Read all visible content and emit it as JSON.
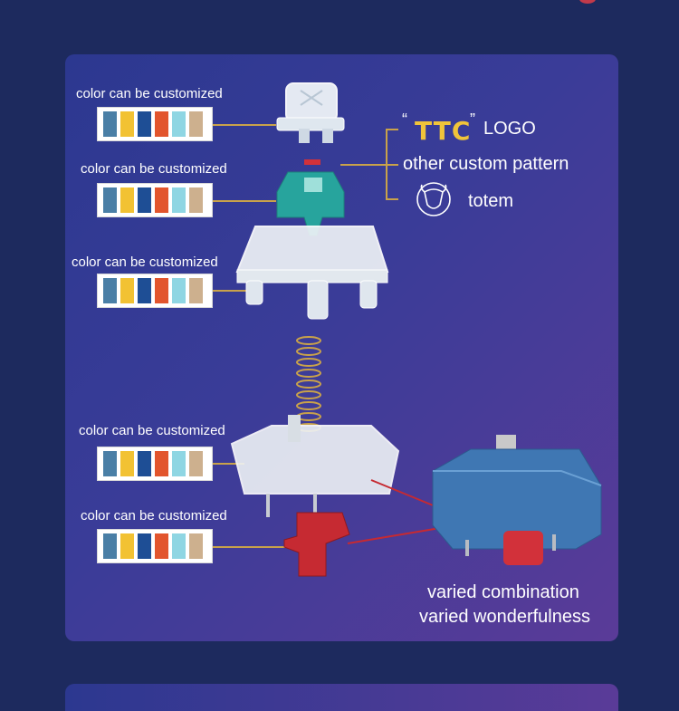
{
  "swatch_colors": [
    "#4a7fa6",
    "#f2c233",
    "#1e4e95",
    "#e2552d",
    "#8fd6e3",
    "#cdb08e"
  ],
  "colors": {
    "leader": "#c9a24a",
    "ttc_logo": "#f0c43a",
    "stem_teal": "#27a49d",
    "stem_red": "#c62a32",
    "housing_blue": "#3f77b3"
  },
  "labels": {
    "cap": "color can be customized",
    "stem": "color can be customized",
    "top_housing": "color can be customized",
    "bottom_housing": "color can be customized",
    "red_part": "color can be customized"
  },
  "callouts": {
    "logo_text": "TTC",
    "logo_suffix": "LOGO",
    "open_quote": "“",
    "close_quote": "”",
    "custom_pattern": "other custom pattern",
    "totem": "totem",
    "totem_icon": "bull-head-icon"
  },
  "tagline": {
    "line1": "varied combination",
    "line2": "varied wonderfulness"
  }
}
